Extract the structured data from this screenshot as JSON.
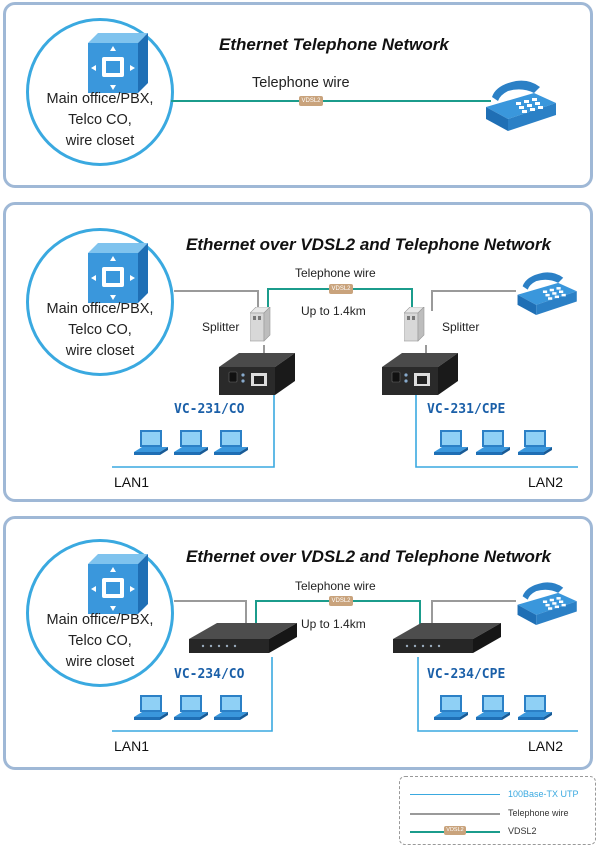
{
  "panel1": {
    "title": "Ethernet Telephone Network",
    "office_lines": [
      "Main office/PBX,",
      "Telco CO,",
      "wire closet"
    ],
    "wire_label": "Telephone wire",
    "vdsl_tag": "VDSL2"
  },
  "panel2": {
    "title": "Ethernet over VDSL2 and Telephone Network",
    "office_lines": [
      "Main office/PBX,",
      "Telco CO,",
      "wire closet"
    ],
    "wire_label": "Telephone wire",
    "vdsl_tag": "VDSL2",
    "distance": "Up to 1.4km",
    "splitter_left": "Splitter",
    "splitter_right": "Splitter",
    "device_left": "VC-231/CO",
    "device_right": "VC-231/CPE",
    "lan_left": "LAN1",
    "lan_right": "LAN2"
  },
  "panel3": {
    "title": "Ethernet over VDSL2 and Telephone Network",
    "office_lines": [
      "Main office/PBX,",
      "Telco CO,",
      "wire closet"
    ],
    "wire_label": "Telephone wire",
    "vdsl_tag": "VDSL2",
    "distance": "Up to 1.4km",
    "device_left": "VC-234/CO",
    "device_right": "VC-234/CPE",
    "lan_left": "LAN1",
    "lan_right": "LAN2"
  },
  "legend": {
    "utp_label": "100Base-TX UTP",
    "tel_label": "Telephone wire",
    "vdsl_label": "VDSL2",
    "vdsl_tag": "VDSL2"
  },
  "colors": {
    "utp": "#3aa9e0",
    "telephone": "#9a9a9a",
    "vdsl": "#1b9c8c",
    "panel_border": "#9fb8d6",
    "model_text": "#1a5fa8"
  }
}
